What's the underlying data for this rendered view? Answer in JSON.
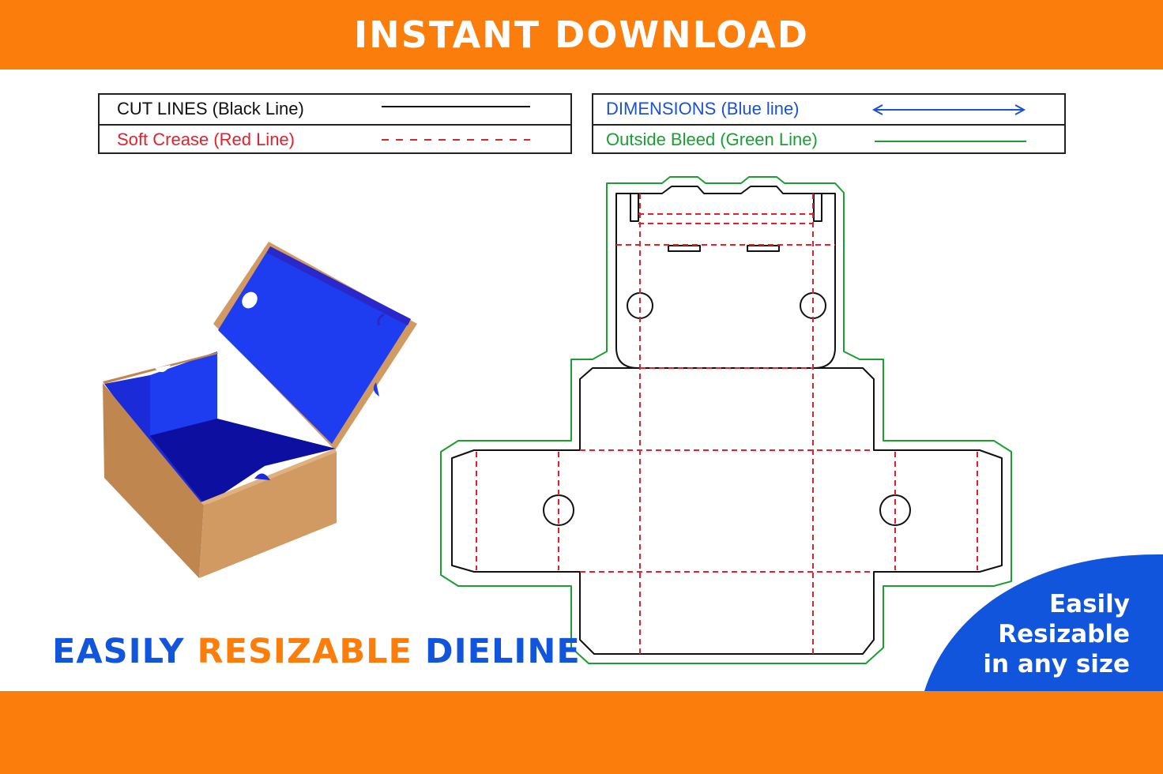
{
  "header": {
    "title": "INSTANT DOWNLOAD"
  },
  "legend": {
    "cut_lines": "CUT LINES (Black Line)",
    "soft_crease": "Soft Crease (Red Line)",
    "dimensions": "DIMENSIONS (Blue line)",
    "outside_bleed": "Outside Bleed (Green Line)"
  },
  "tagline": {
    "part1": "EASILY",
    "part2": "RESIZABLE",
    "part3": "DIELINE"
  },
  "corner_badge": {
    "line1": "Easily",
    "line2": "Resizable",
    "line3": "in any size"
  },
  "colors": {
    "orange": "#fb7d0c",
    "blue": "#1155dd",
    "cut": "#111111",
    "crease": "#e0222c",
    "bleed": "#1aa032",
    "dimension": "#1d52cf",
    "kraft": "#d29a63",
    "box_blue": "#1e3cf0"
  }
}
